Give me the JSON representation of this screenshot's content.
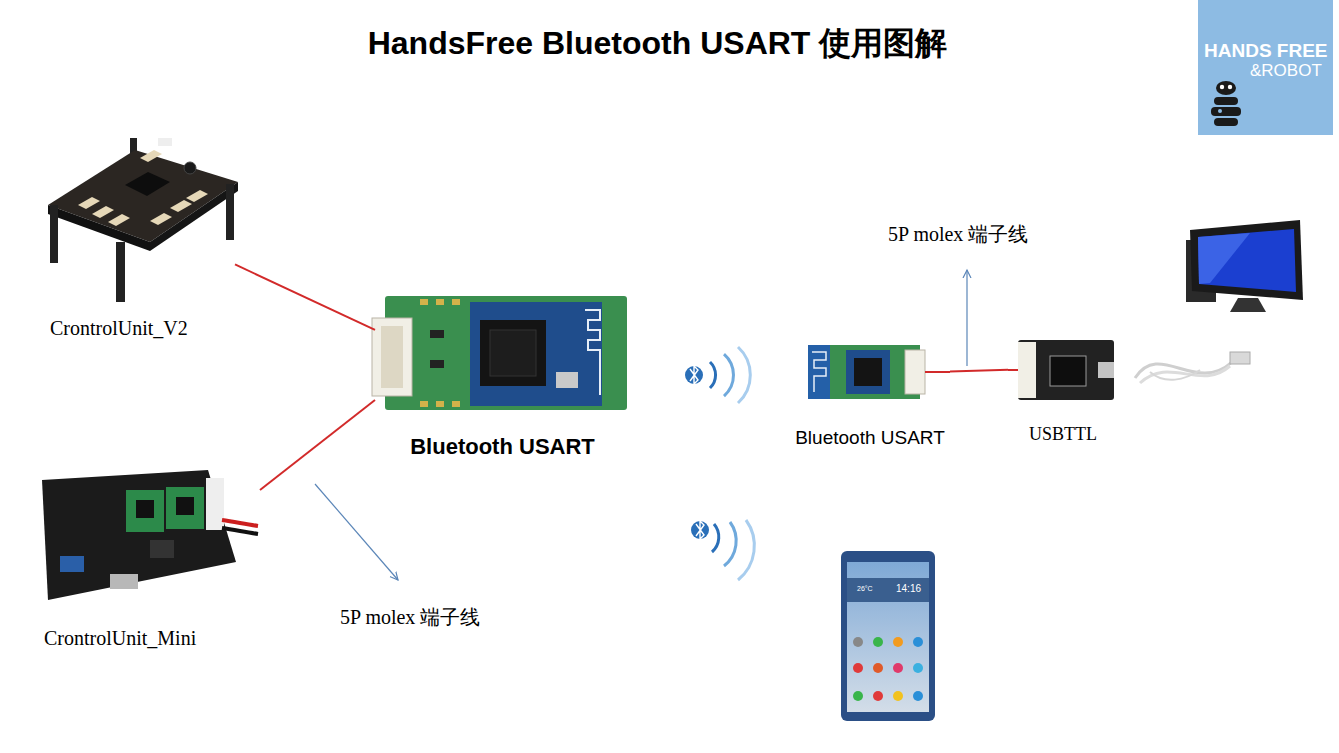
{
  "diagram": {
    "title": "HandsFree Bluetooth USART 使用图解",
    "nodes": [
      {
        "text": [
          "CrontrolUnit_V2"
        ]
      },
      {
        "text": [
          "Bluetooth USART"
        ]
      },
      {
        "text": [
          "Bluetooth USART"
        ]
      },
      {
        "text": [
          "USBTTL"
        ]
      },
      {
        "text": [
          "CrontrolUnit_Mini"
        ]
      }
    ],
    "edges": [
      {
        "from": 0,
        "to": 1,
        "arrow": "none"
      },
      {
        "from": 4,
        "to": 1,
        "arrow": "none"
      },
      {
        "from": 2,
        "to": 3,
        "arrow": "none"
      }
    ],
    "labels": [
      "HANDS FREE",
      "&ROBOT",
      "5P molex 端子线",
      "5P molex 端子线",
      "26°C",
      "14:16"
    ]
  }
}
